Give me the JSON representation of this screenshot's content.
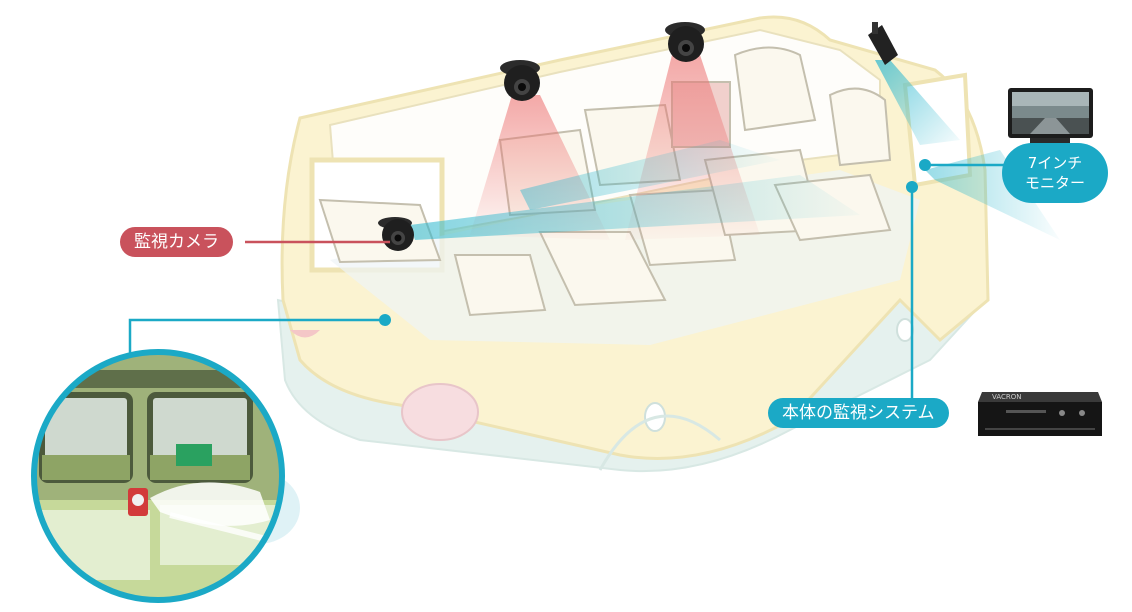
{
  "labels": {
    "camera": "監視カメラ",
    "monitor_line1": "7インチ",
    "monitor_line2": "モニター",
    "system": "本体の監視システム"
  },
  "device_brand": "VACRON",
  "colors": {
    "camera_accent": "#c9525c",
    "system_accent": "#1ba9c6",
    "bus_body": "#fbf3d1",
    "bus_lower": "#e5f1ee",
    "view_cone_red": "#ec6f6f",
    "view_cone_blue": "#2fb8cf"
  },
  "icons": [
    "dome-camera-icon",
    "bullet-camera-icon",
    "monitor-icon",
    "dvr-box-icon",
    "emergency-button-icon"
  ]
}
